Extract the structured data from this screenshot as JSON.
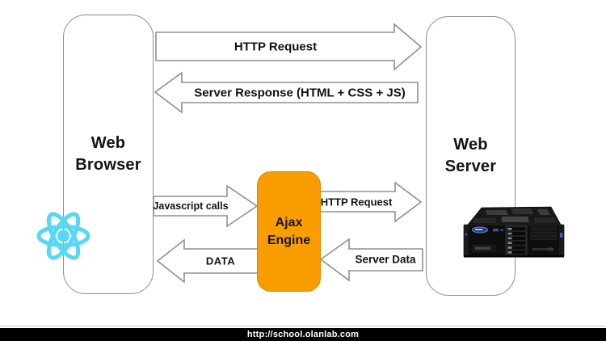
{
  "boxes": {
    "web_browser": {
      "line1": "Web",
      "line2": "Browser"
    },
    "web_server": {
      "line1": "Web",
      "line2": "Server"
    },
    "ajax_engine": {
      "line1": "Ajax",
      "line2": "Engine"
    }
  },
  "arrows": {
    "http_request_top": {
      "label": "HTTP Request",
      "direction": "right"
    },
    "server_response": {
      "label": "Server Response (HTML + CSS + JS)",
      "direction": "left"
    },
    "javascript_calls": {
      "label": "Javascript calls",
      "direction": "right"
    },
    "data": {
      "label": "DATA",
      "direction": "left"
    },
    "http_request_mid": {
      "label": "HTTP Request",
      "direction": "right"
    },
    "server_data": {
      "label": "Server Data",
      "direction": "left"
    }
  },
  "icons": {
    "react_logo": "react-atom-icon",
    "server_hardware": "rack-server-image"
  },
  "colors": {
    "ajax_box_fill": "#F99D00",
    "ajax_box_border": "#d68a00",
    "react_cyan": "#56D7F5",
    "arrow_outline": "#8f8f8f",
    "footer_bg": "#000000",
    "footer_text": "#ffffff"
  },
  "footer": {
    "url": "http://school.olanlab.com"
  }
}
